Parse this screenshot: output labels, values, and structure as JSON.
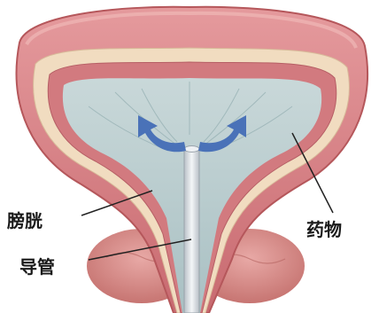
{
  "labels": {
    "bladder": "膀胱",
    "catheter": "导管",
    "drug": "药物"
  },
  "colors": {
    "outer_wall": "#d9868a",
    "outer_wall_edge": "#b5575b",
    "cream_layer": "#f1dcc0",
    "inner_wall": "#d27a7f",
    "cavity_fluid": "#b7cbcd",
    "arrow": "#4a72b8",
    "catheter": "#d8dde2",
    "leader_line": "#222222"
  },
  "icons": {
    "flow_arrows": "curved-arrows-icon"
  }
}
